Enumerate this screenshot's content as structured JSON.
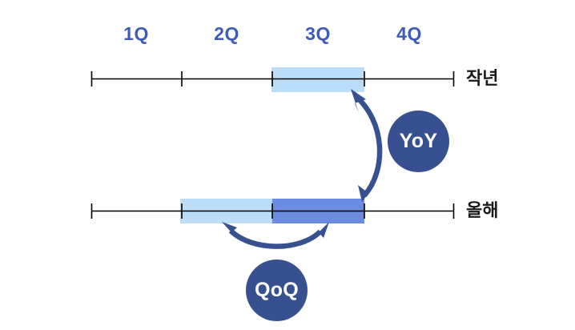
{
  "chart_data": {
    "type": "bar",
    "title": "",
    "xlabel": "",
    "ylabel": "",
    "categories": [
      "1Q",
      "2Q",
      "3Q",
      "4Q"
    ],
    "grid": false,
    "legend_position": "none",
    "axis_range_quarters": [
      1,
      5
    ],
    "series": [
      {
        "name": "작년",
        "row": 0,
        "segments": [
          {
            "label": "3Q",
            "start_quarter": 3,
            "end_quarter": 4,
            "color": "#bcddf7",
            "shade": "light"
          }
        ]
      },
      {
        "name": "올해",
        "row": 1,
        "segments": [
          {
            "label": "2Q",
            "start_quarter": 2,
            "end_quarter": 3,
            "color": "#bcddf7",
            "shade": "light"
          },
          {
            "label": "3Q",
            "start_quarter": 3,
            "end_quarter": 4,
            "color": "#6b8ce0",
            "shade": "medium"
          }
        ]
      }
    ],
    "annotations": [
      {
        "id": "yoy",
        "label": "YoY",
        "connects": [
          "올해 3Q",
          "작년 3Q"
        ],
        "arrow": "double-headed-curve"
      },
      {
        "id": "qoq",
        "label": "QoQ",
        "connects": [
          "올해 3Q",
          "올해 2Q"
        ],
        "arrow": "double-headed-curve"
      }
    ]
  },
  "axis": {
    "quarter_labels": [
      {
        "text": "1Q"
      },
      {
        "text": "2Q"
      },
      {
        "text": "3Q"
      },
      {
        "text": "4Q"
      }
    ]
  },
  "rows": [
    {
      "label": "작년"
    },
    {
      "label": "올해"
    }
  ],
  "badges": [
    {
      "id": "yoy",
      "label": "YoY"
    },
    {
      "id": "qoq",
      "label": "QoQ"
    }
  ],
  "colors": {
    "quarter_label": "#3f5bb5",
    "bar_light": "#bcddf7",
    "bar_medium": "#6b8ce0",
    "badge": "#37508f",
    "arrow": "#37508f",
    "axis": "#000000",
    "row_label": "#1a1a1a"
  }
}
